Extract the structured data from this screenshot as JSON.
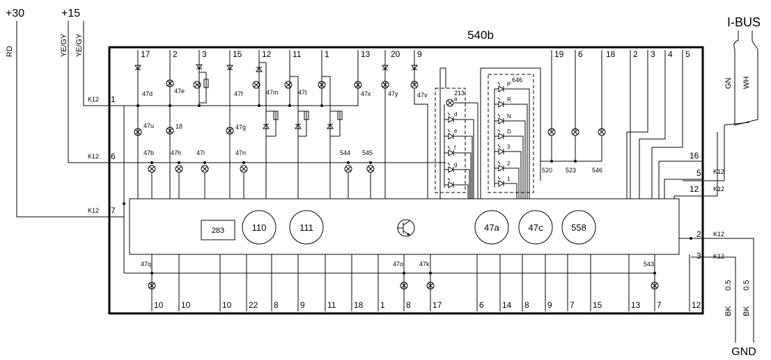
{
  "title": "540b",
  "supply": {
    "plus30": "+30",
    "plus15": "+15",
    "rd": "RD",
    "yegy": "YE/GY"
  },
  "ibus": {
    "label": "I-BUS",
    "gn": "GN",
    "wh": "WH"
  },
  "ground": {
    "label": "GND",
    "bk": "BK",
    "size": "0.5"
  },
  "k12": "K12",
  "side_pins": {
    "p1": "1",
    "p6": "6",
    "p7": "7",
    "p16": "16",
    "p5": "5",
    "p12": "12",
    "p2": "2",
    "p3": "3"
  },
  "top_pins": [
    "17",
    "2",
    "3",
    "15",
    "12",
    "11",
    "1",
    "13",
    "20",
    "9",
    "19",
    "6",
    "18",
    "2",
    "3",
    "4",
    "5"
  ],
  "bottom_pins": [
    "10",
    "10",
    "10",
    "22",
    "8",
    "9",
    "11",
    "18",
    "1",
    "8",
    "17",
    "6",
    "14",
    "8",
    "9",
    "7",
    "15",
    "13",
    "7",
    "12"
  ],
  "lamps": {
    "l47d": "47d",
    "l47e": "47e",
    "l47f": "47f",
    "l47m": "47m",
    "l47t": "47t",
    "l47x": "47x",
    "l47y": "47y",
    "l47v": "47v",
    "l47u": "47u",
    "l18": "18",
    "l47g": "47g",
    "l47b": "47b",
    "l47h": "47h",
    "l47i": "47i",
    "l47n": "47n",
    "l544": "544",
    "l545": "545",
    "l520": "520",
    "l523": "523",
    "l546": "546",
    "l47q": "47q",
    "l47o": "47o",
    "l47k": "47k",
    "l543": "543"
  },
  "gear_display": {
    "left": [
      "213",
      "a",
      "d",
      "e",
      "f",
      "g"
    ],
    "right": [
      "646",
      "P",
      "R",
      "N",
      "D",
      "3",
      "2",
      "1"
    ]
  },
  "components": {
    "c283": "283",
    "c110": "110",
    "c111": "111",
    "c47a": "47a",
    "c47c": "47c",
    "c558": "558"
  }
}
